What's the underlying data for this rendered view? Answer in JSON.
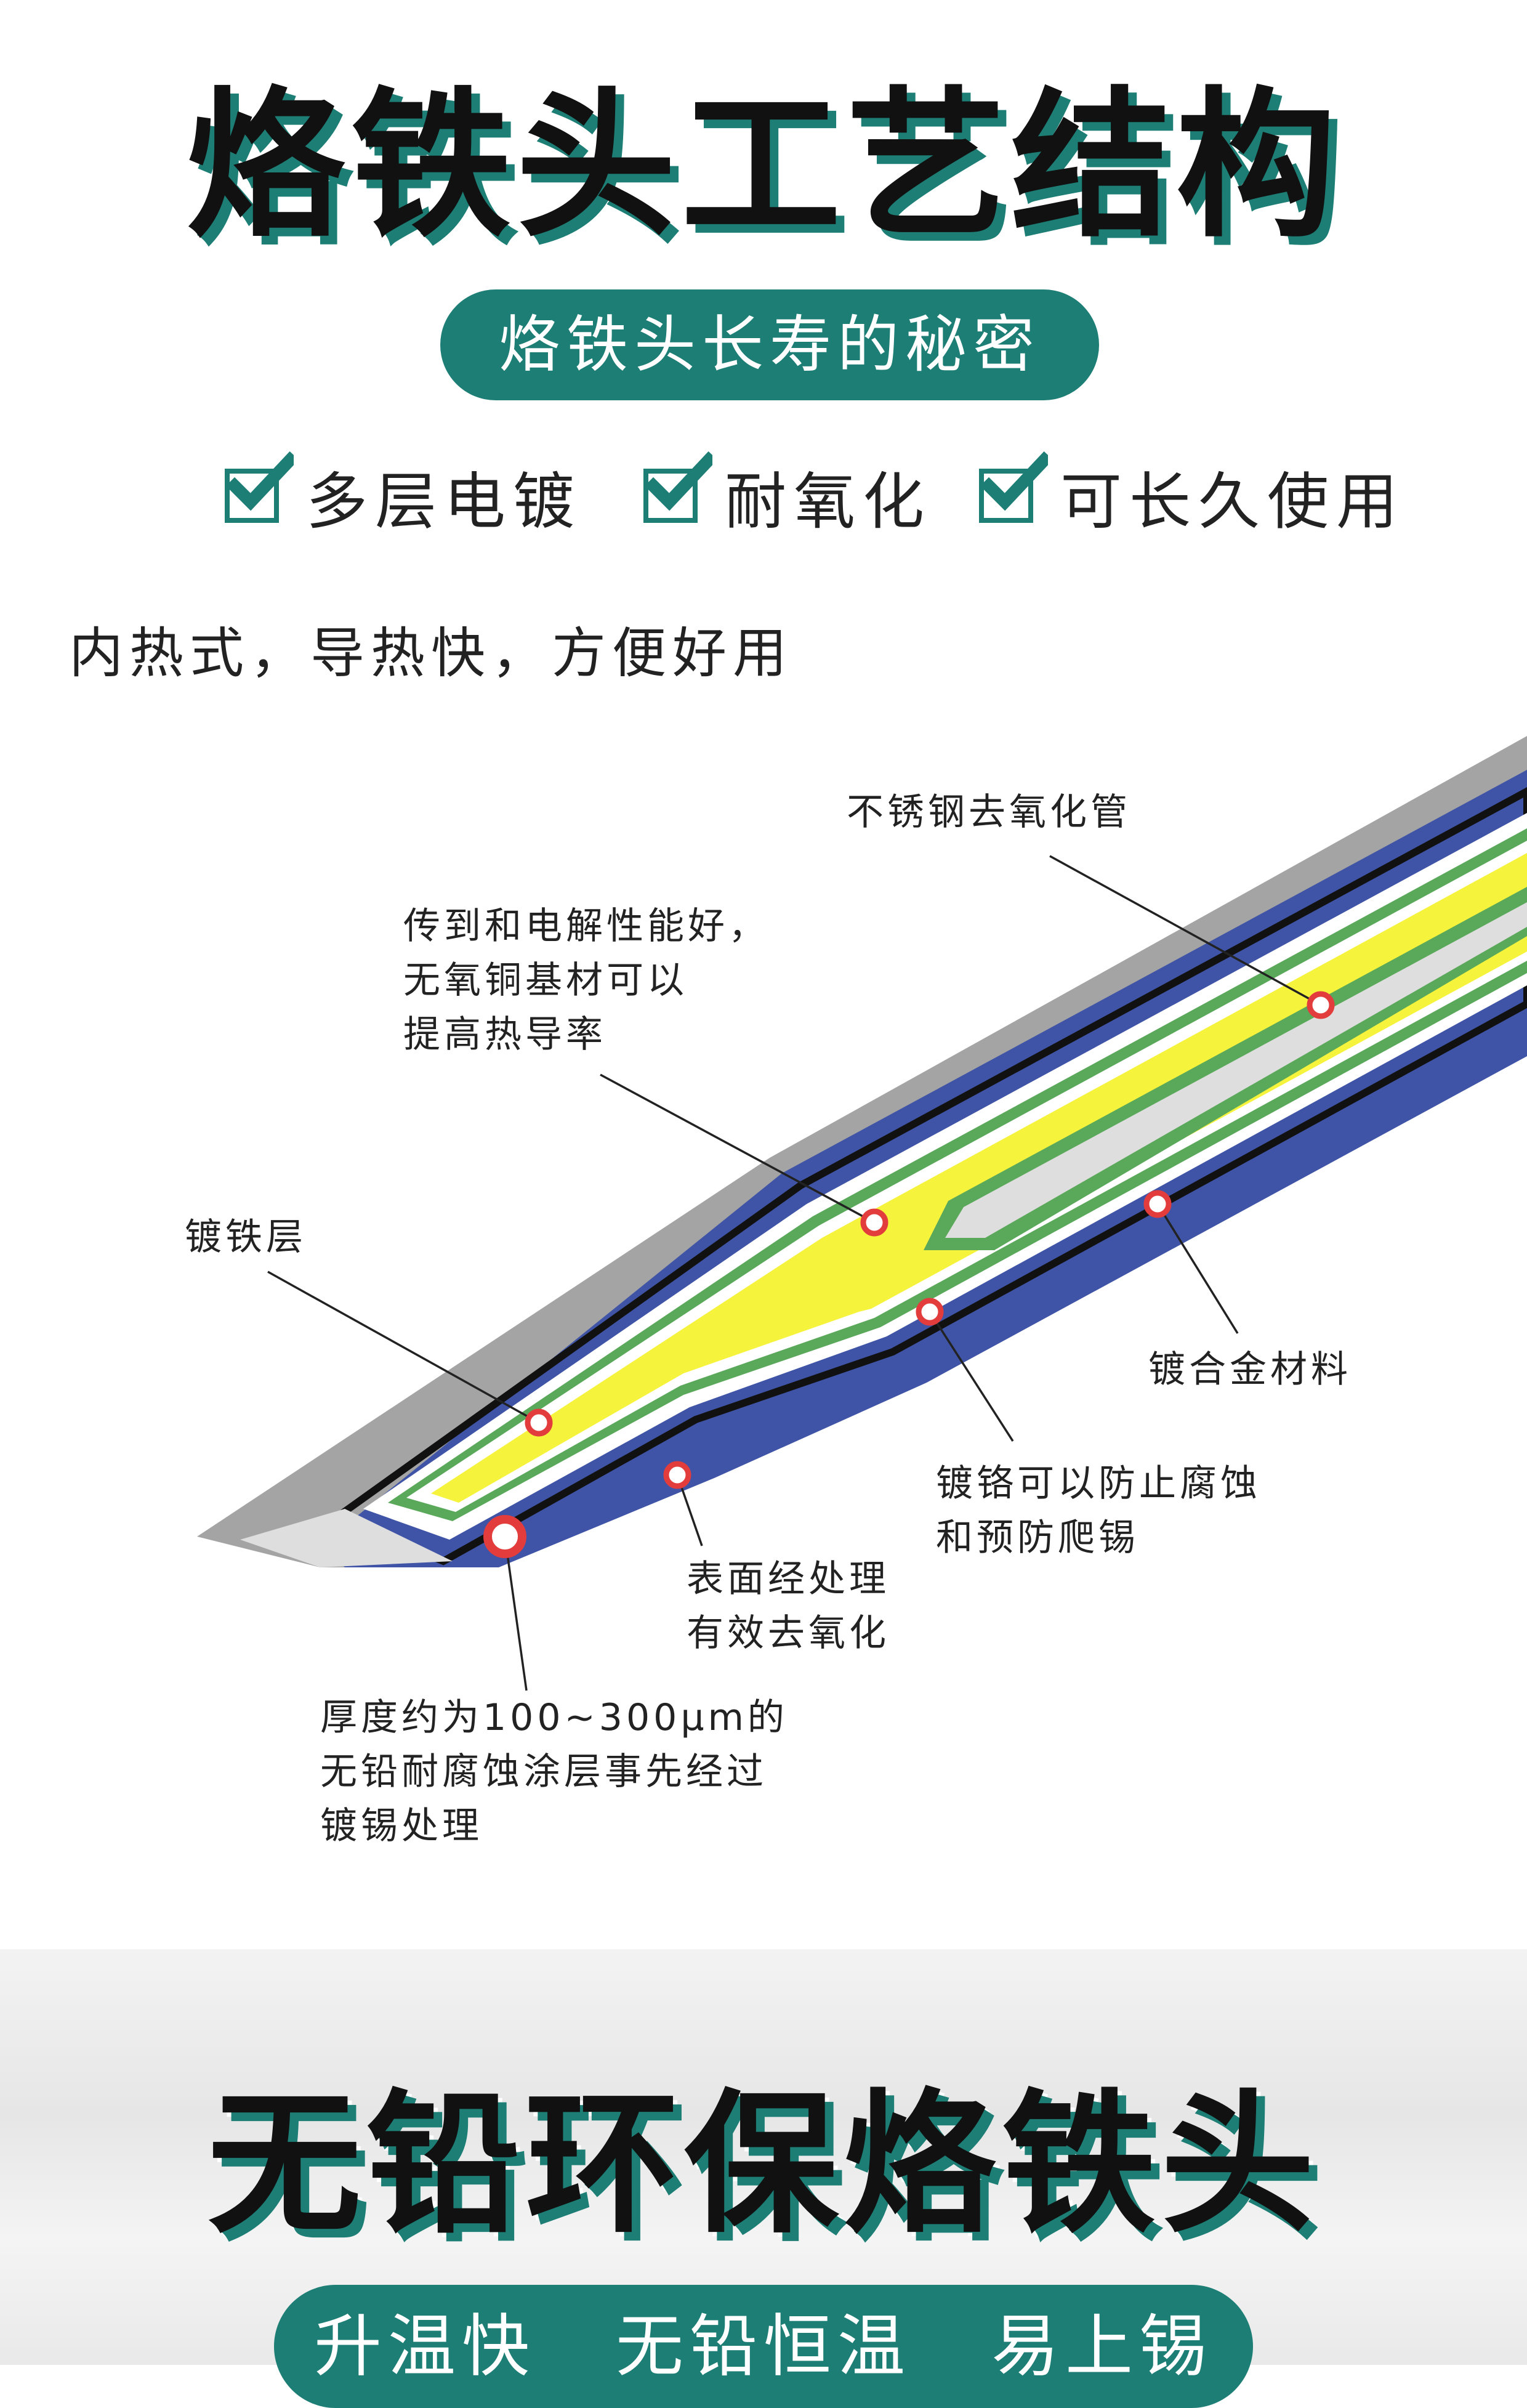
{
  "header": {
    "title": "烙铁头工艺结构",
    "subtitle_pill": "烙铁头长寿的秘密",
    "features": [
      "多层电镀",
      "耐氧化",
      "可长久使用"
    ]
  },
  "intro_text": "内热式，导热快，方便好用",
  "diagram": {
    "labels": {
      "stainless_tube": "不锈钢去氧化管",
      "copper_base": [
        "传到和电解性能好，",
        "无氧铜基材可以",
        "提高热导率"
      ],
      "iron_layer": "镀铁层",
      "alloy_material": "镀合金材料",
      "chrome_layer": [
        "镀铬可以防止腐蚀",
        "和预防爬锡"
      ],
      "surface_treatment": [
        "表面经处理",
        "有效去氧化"
      ],
      "tin_coating": [
        "厚度约为100~300μm的",
        "无铅耐腐蚀涂层事先经过",
        "镀锡处理"
      ]
    },
    "colors": {
      "outer_gray": "#a4a4a4",
      "blue": "#3f54a6",
      "black_line": "#111111",
      "white": "#ffffff",
      "green": "#5aa85a",
      "yellow": "#f5f33c",
      "inner_gray": "#dedede",
      "marker": "#e33c3c"
    }
  },
  "footer": {
    "title": "无铅环保烙铁头",
    "pill_items": [
      "升温快",
      "无铅恒温",
      "易上锡"
    ]
  },
  "colors": {
    "brand": "#1d7e75"
  }
}
